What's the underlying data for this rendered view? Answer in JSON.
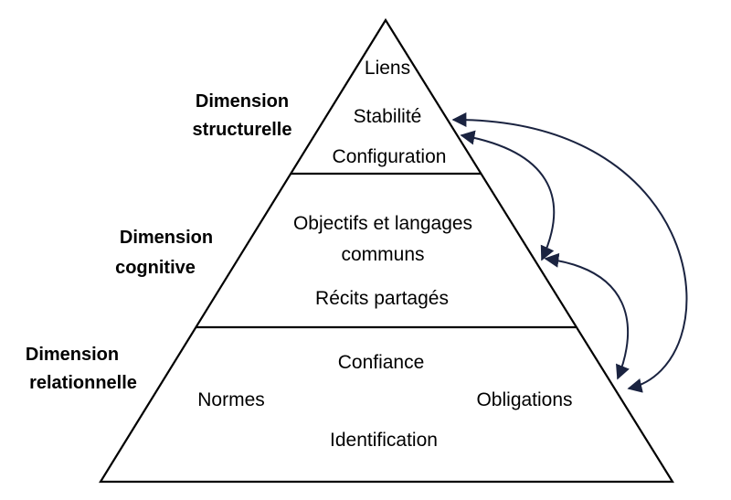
{
  "dimensions": {
    "structural": {
      "line1": "Dimension",
      "line2": "structurelle"
    },
    "cognitive": {
      "line1": "Dimension",
      "line2": "cognitive"
    },
    "relational": {
      "line1": "Dimension",
      "line2": "relationnelle"
    }
  },
  "levels": {
    "top": {
      "items": [
        "Liens",
        "Stabilité",
        "Configuration"
      ]
    },
    "middle": {
      "items": [
        "Objectifs et langages",
        "communs",
        "Récits partagés"
      ]
    },
    "bottom": {
      "items": [
        "Confiance",
        "Normes",
        "Obligations",
        "Identification"
      ]
    }
  },
  "colors": {
    "outline": "#000000",
    "arrow": "#1a2340"
  }
}
